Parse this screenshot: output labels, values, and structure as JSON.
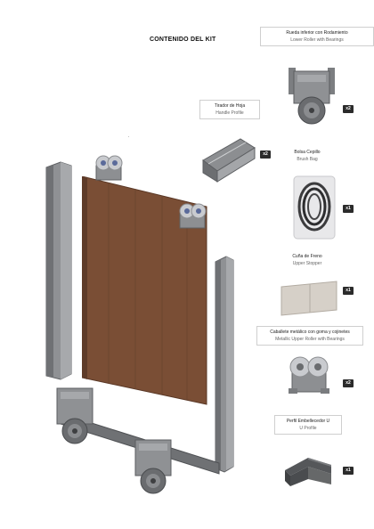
{
  "page": {
    "title": "CONTENIDO DEL KIT",
    "mark": "."
  },
  "items": [
    {
      "id": "lower-roller",
      "label_es": "Rueda inferior con Rodamiento",
      "label_en": "Lower Roller with Bearings",
      "qty": "x2"
    },
    {
      "id": "handle-profile",
      "label_es": "Tirador de Hoja",
      "label_en": "Handle Profile",
      "qty": "x2"
    },
    {
      "id": "brush-bag",
      "label_es": "Bolsa Cepillo",
      "label_en": "Brush Bag",
      "qty": "x1"
    },
    {
      "id": "upper-stopper",
      "label_es": "Cuña de Freno",
      "label_en": "Upper Stopper",
      "qty": "x1"
    },
    {
      "id": "upper-roller",
      "label_es": "Caballete metálico con goma y cojinetes",
      "label_en": "Metallic Upper Roller with Bearings",
      "qty": "x2"
    },
    {
      "id": "u-profile",
      "label_es": "Perfil Embellecedor U",
      "label_en": "U Profile",
      "qty": "x1"
    }
  ],
  "colors": {
    "door_wood": "#7a4e35",
    "metal_dark": "#6d6f72",
    "metal_light": "#b8babd",
    "badge": "#2b2b2b"
  }
}
